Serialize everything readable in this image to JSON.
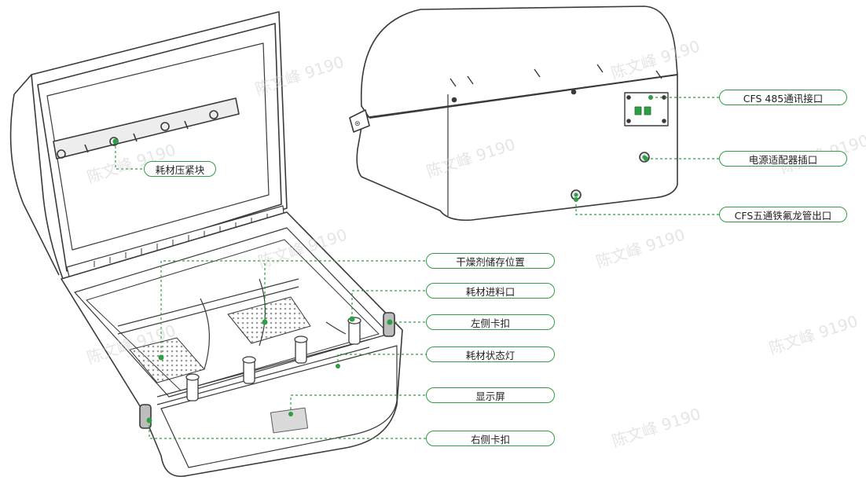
{
  "colors": {
    "accent": "#2f9e44",
    "line": "#3a3a3a",
    "leader": "#2f9e44"
  },
  "labels": {
    "filament_clamp": "耗材压紧块",
    "desiccant_storage": "干燥剂储存位置",
    "filament_inlet": "耗材进料口",
    "left_latch": "左侧卡扣",
    "filament_status_light": "耗材状态灯",
    "display": "显示屏",
    "right_latch": "右侧卡扣",
    "cfs_485_port": "CFS 485通讯接口",
    "power_adapter_port": "电源适配器插口",
    "ptfe_outlet": "CFS五通铁氟龙管出口"
  },
  "watermark": "陈文峰 9190"
}
